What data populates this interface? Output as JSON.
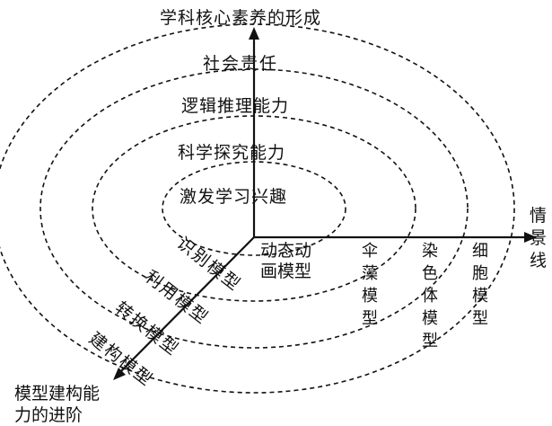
{
  "diagram": {
    "axes": {
      "vertical": "学科核心素养的形成",
      "horizontal": [
        "情",
        "景",
        "线"
      ],
      "diagonal": [
        "模型建构能",
        "力的进阶"
      ]
    },
    "rings": [
      "激发学习兴趣",
      "科学探究能力",
      "逻辑推理能力",
      "社会责任"
    ],
    "diagonal_stages": [
      "识别模型",
      "利用模型",
      "转换模型",
      "建构模型"
    ],
    "context_models": [
      {
        "lines": [
          "动态动",
          "画模型"
        ]
      },
      {
        "lines": [
          "伞",
          "藻",
          "模",
          "型"
        ]
      },
      {
        "lines": [
          "染",
          "色",
          "体",
          "模",
          "型"
        ]
      },
      {
        "lines": [
          "细",
          "胞",
          "模",
          "型"
        ]
      }
    ]
  }
}
